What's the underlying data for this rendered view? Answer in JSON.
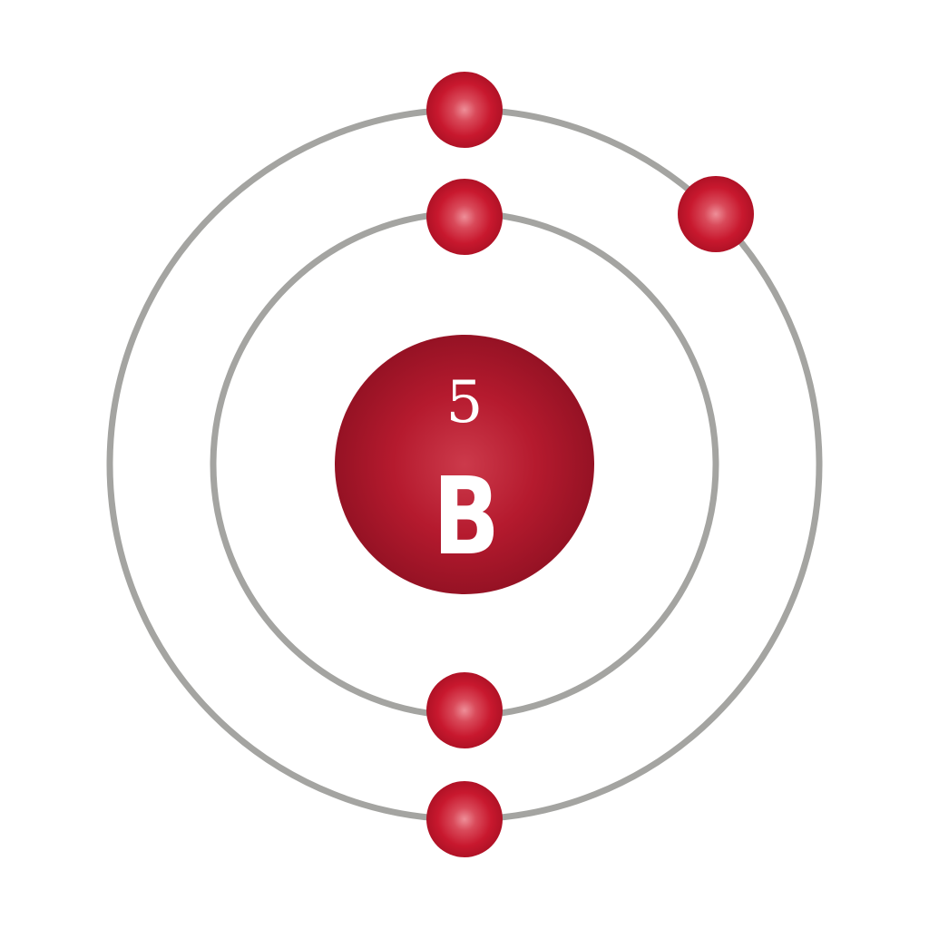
{
  "atom": {
    "atomic_number": "5",
    "symbol": "B"
  },
  "shells": [
    {
      "electrons": 2
    },
    {
      "electrons": 3
    }
  ],
  "colors": {
    "nucleus": "#b8162b",
    "electron": "#c8182e",
    "orbit": "#a4a4a1",
    "text": "#ffffff",
    "background": "#ffffff"
  }
}
